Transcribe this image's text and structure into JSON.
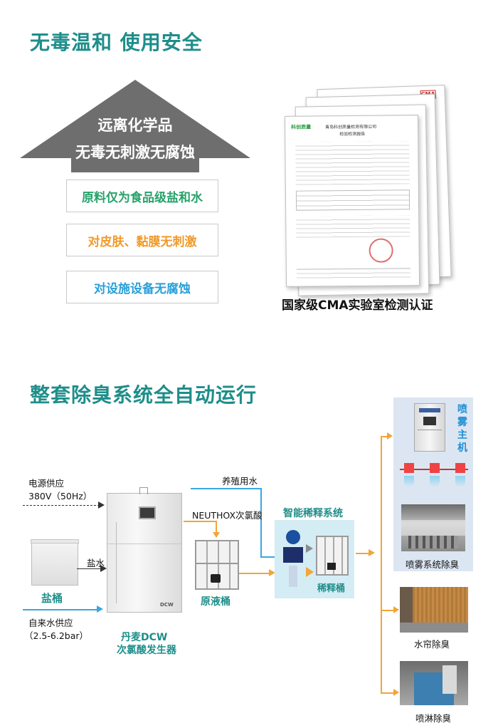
{
  "section1": {
    "title": "无毒温和  使用安全",
    "arrow_line1": "远离化学品",
    "arrow_line2": "无毒无刺激无腐蚀",
    "features": [
      {
        "label": "原料仅为食品级盐和水",
        "color": "#27a26b"
      },
      {
        "label": "对皮肤、黏膜无刺激",
        "color": "#f09a2a"
      },
      {
        "label": "对设施设备无腐蚀",
        "color": "#2a9fd8"
      }
    ],
    "report": {
      "brand": "科创质量",
      "org": "青岛科创质量检测有限公司",
      "doc_title": "检验检测报告",
      "mark": "CMA",
      "caption": "国家级CMA实验室检测认证"
    }
  },
  "section2": {
    "title": "整套除臭系统全自动运行",
    "power_label1": "电源供应",
    "power_label2": "380V（50Hz）",
    "salt_water": "盐水",
    "salt_tank": "盐桶",
    "tap_label1": "自来水供应",
    "tap_label2": "（2.5-6.2bar）",
    "generator_label1": "丹麦DCW",
    "generator_label2": "次氯酸发生器",
    "generator_brand": "DCW",
    "neuthox": "NEUTHOX次氯酸",
    "breeding_water": "养殖用水",
    "stock_tank": "原液桶",
    "dilution_system": "智能稀释系统",
    "dilution_tank": "稀释桶",
    "spray_host": "喷雾主机",
    "spray_system": "喷雾系统除臭",
    "curtain": "水帘除臭",
    "shower": "喷淋除臭"
  },
  "colors": {
    "accent": "#1e8e8a",
    "blue": "#3aa7e0",
    "orange": "#f3a536",
    "arrow_gray": "#6e6e6e"
  }
}
